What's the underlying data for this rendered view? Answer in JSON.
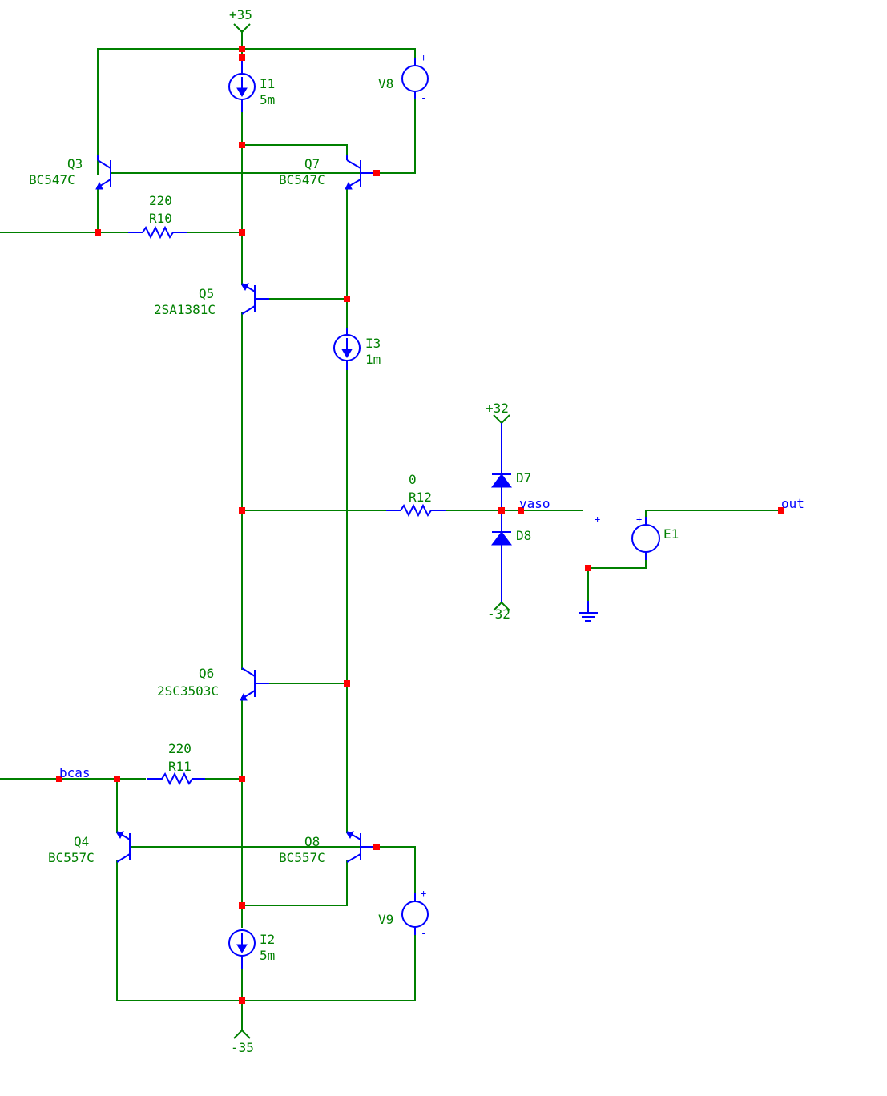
{
  "supplies": {
    "top": "+35",
    "bottom": "-35",
    "diode_top": "+32",
    "diode_bottom": "-32"
  },
  "components": {
    "I1": {
      "name": "I1",
      "value": "5m"
    },
    "I2": {
      "name": "I2",
      "value": "5m"
    },
    "I3": {
      "name": "I3",
      "value": "1m"
    },
    "V8": {
      "name": "V8"
    },
    "V9": {
      "name": "V9"
    },
    "E1": {
      "name": "E1"
    },
    "Q3": {
      "name": "Q3",
      "model": "BC547C"
    },
    "Q4": {
      "name": "Q4",
      "model": "BC557C"
    },
    "Q5": {
      "name": "Q5",
      "model": "2SA1381C"
    },
    "Q6": {
      "name": "Q6",
      "model": "2SC3503C"
    },
    "Q7": {
      "name": "Q7",
      "model": "BC547C"
    },
    "Q8": {
      "name": "Q8",
      "model": "BC557C"
    },
    "R10": {
      "name": "R10",
      "value": "220"
    },
    "R11": {
      "name": "R11",
      "value": "220"
    },
    "R12": {
      "name": "R12",
      "value": "0"
    },
    "D7": {
      "name": "D7"
    },
    "D8": {
      "name": "D8"
    }
  },
  "nets": {
    "vaso": "vaso",
    "out": "out",
    "bcas": "bcas"
  },
  "polarity": {
    "plus": "+",
    "minus": "-"
  },
  "colors": {
    "wire": "#008000",
    "component": "#0000ff",
    "node": "#ff0000",
    "label": "#008000",
    "net_label": "#0000ff"
  }
}
